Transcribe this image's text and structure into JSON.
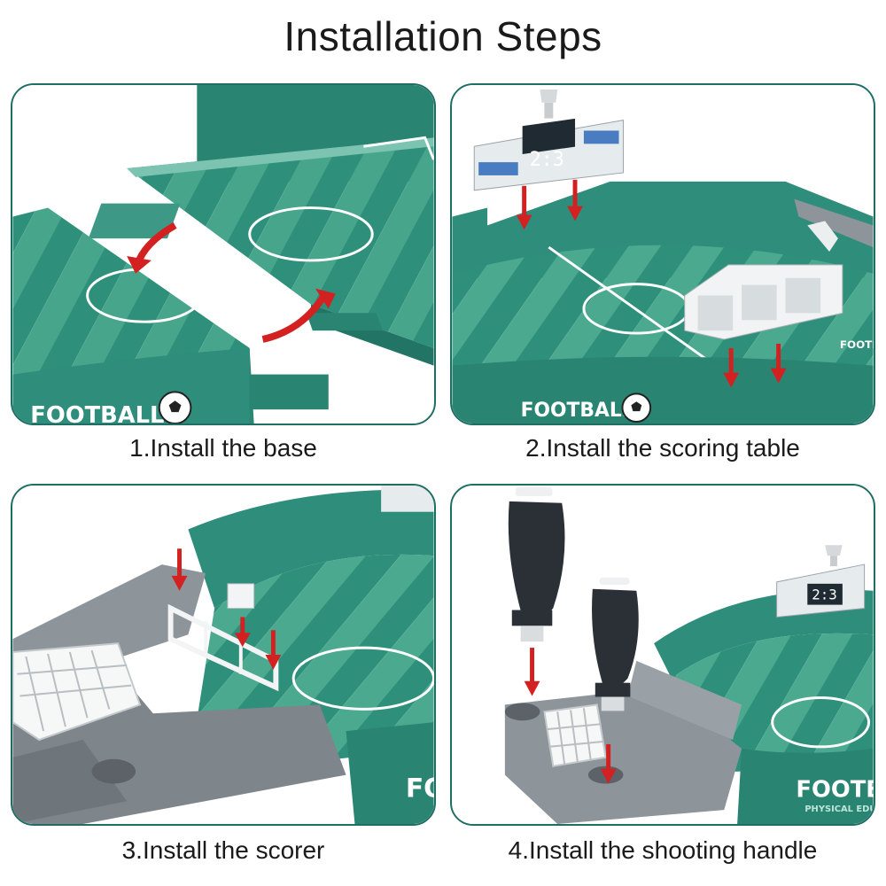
{
  "page": {
    "title": "Installation Steps"
  },
  "steps": [
    {
      "caption": "1.Install the base",
      "brand": "FOOTBALL"
    },
    {
      "caption": "2.Install the scoring table",
      "brand": "FOOTBALL",
      "score": "2:3",
      "side_brand": "FOOTBALL"
    },
    {
      "caption": "3.Install the scorer",
      "brand": "FO"
    },
    {
      "caption": "4.Install the shooting handle",
      "brand": "FOOTBA",
      "sub_brand": "PHYSICAL EDUC",
      "score": "2:3"
    }
  ],
  "colors": {
    "field_dark": "#2e8f7a",
    "field_light": "#4aa98f",
    "wall": "#2f8d7b",
    "arrow": "#d32020",
    "plastic_grey": "#8d949a",
    "handle": "#2a3036"
  }
}
